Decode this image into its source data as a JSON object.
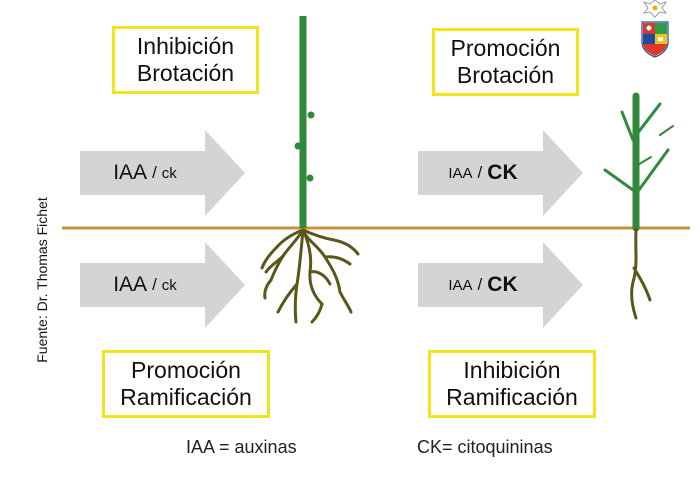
{
  "boxes": {
    "top_left": {
      "line1": "Inhibición",
      "line2": "Brotación"
    },
    "top_right": {
      "line1": "Promoción",
      "line2": "Brotación"
    },
    "bottom_left": {
      "line1": "Promoción",
      "line2": "Ramificación"
    },
    "bottom_right": {
      "line1": "Inhibición",
      "line2": "Ramificación"
    }
  },
  "arrows": {
    "top_left": {
      "hormone1": "IAA",
      "separator": "/",
      "hormone2": "ck"
    },
    "bottom_left": {
      "hormone1": "IAA",
      "separator": "/",
      "hormone2": "ck"
    },
    "top_right": {
      "hormone1": "IAA",
      "separator": "/",
      "hormone2": "CK"
    },
    "bottom_right": {
      "hormone1": "IAA",
      "separator": "/",
      "hormone2": "CK"
    }
  },
  "legend": {
    "iaa": "IAA = auxinas",
    "ck": "CK= citoquininas"
  },
  "credit": "Fuente: Dr. Thomas Fichet",
  "colors": {
    "box_border": "#f3e51b",
    "arrow_fill": "#d4d4d4",
    "stem": "#2f8a3c",
    "soil_line": "#c8913e",
    "roots": "#5b5619"
  }
}
